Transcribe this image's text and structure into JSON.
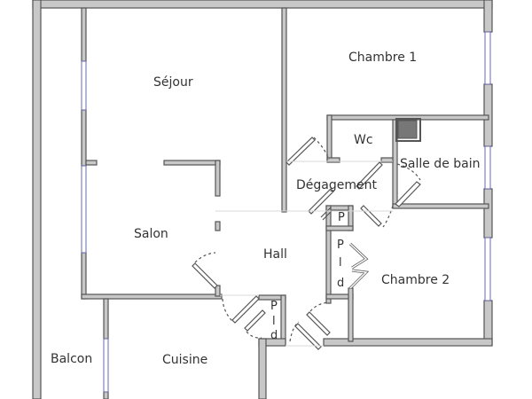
{
  "plan": {
    "colors": {
      "wall_fill": "#c8c8c8",
      "wall_stroke": "#555555",
      "window": "#6a6ab0",
      "duct": "#777777",
      "text": "#333333"
    },
    "rooms": [
      {
        "id": "sejour",
        "label": "Séjour"
      },
      {
        "id": "chambre1",
        "label": "Chambre 1"
      },
      {
        "id": "wc",
        "label": "Wc"
      },
      {
        "id": "salle-de-bain",
        "label": "Salle de bain"
      },
      {
        "id": "degagement",
        "label": "Dégagement"
      },
      {
        "id": "salon",
        "label": "Salon"
      },
      {
        "id": "hall",
        "label": "Hall"
      },
      {
        "id": "chambre2",
        "label": "Chambre 2"
      },
      {
        "id": "balcon",
        "label": "Balcon"
      },
      {
        "id": "cuisine",
        "label": "Cuisine"
      }
    ],
    "closets": [
      {
        "id": "placard-small",
        "label": "P"
      },
      {
        "id": "placard-chambre2",
        "lines": [
          "P",
          "l",
          "d"
        ]
      },
      {
        "id": "placard-hall",
        "lines": [
          "P",
          "l",
          "d"
        ]
      }
    ]
  }
}
